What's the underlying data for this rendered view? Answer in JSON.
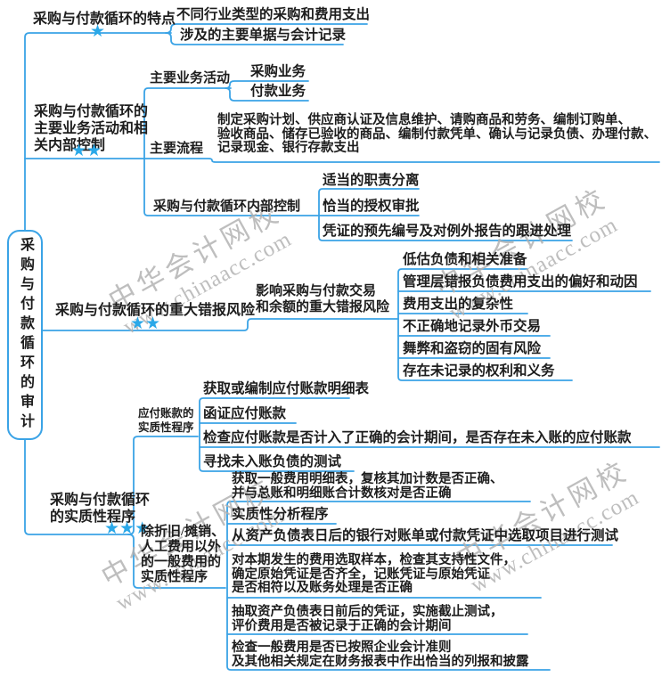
{
  "colors": {
    "line": "#3aa3e6",
    "star": "#2aa8e8",
    "text": "#1d1d1d",
    "watermark": "#b0b0b0"
  },
  "watermark": {
    "brand": "中华会计网校",
    "url": "www.chinaacc.com"
  },
  "root": {
    "label": "采购与付款循环的审计"
  },
  "branch_features": {
    "label": "采购与付款循环的特点",
    "stars": "★",
    "children": {
      "industry": {
        "label": "不同行业类型的采购和费用支出"
      },
      "documents": {
        "label": "涉及的主要单据与会计记录"
      }
    }
  },
  "branch_activities": {
    "label": "采购与付款循环的\n主要业务活动和相\n关内部控制",
    "stars": "★★",
    "children": {
      "main_activities": {
        "label": "主要业务活动",
        "children": {
          "purchase": {
            "label": "采购业务"
          },
          "payment": {
            "label": "付款业务"
          }
        }
      },
      "main_process": {
        "label": "主要流程",
        "children": {
          "detail": {
            "label": "制定采购计划、供应商认证及信息维护、请购商品和劳务、编制订购单、\n验收商品、储存已验收的商品、编制付款凭单、确认与记录负债、办理付款、\n记录现金、银行存款支出"
          }
        }
      },
      "internal_control": {
        "label": "采购与付款循环内部控制",
        "children": {
          "segregation": {
            "label": "适当的职责分离"
          },
          "authorization": {
            "label": "恰当的授权审批"
          },
          "prenumbering": {
            "label": "凭证的预先编号及对例外报告的跟进处理"
          }
        }
      }
    }
  },
  "branch_risks": {
    "label": "采购与付款循环的重大错报风险",
    "stars": "★★",
    "children": {
      "influencing": {
        "label": "影响采购与付款交易\n和余额的重大错报风险",
        "children": {
          "understate": {
            "label": "低估负债和相关准备"
          },
          "management_bias": {
            "label": "管理层错报负债费用支出的偏好和动因"
          },
          "complexity": {
            "label": "费用支出的复杂性"
          },
          "foreign_currency": {
            "label": "不正确地记录外币交易"
          },
          "fraud_theft": {
            "label": "舞弊和盗窃的固有风险"
          },
          "unrecorded": {
            "label": "存在未记录的权利和义务"
          }
        }
      }
    }
  },
  "branch_substantive": {
    "label": "采购与付款循环\n的实质性程序",
    "stars": "★★★",
    "children": {
      "accounts_payable": {
        "label": "应付账款的\n实质性程序",
        "children": {
          "schedule": {
            "label": "获取或编制应付账款明细表"
          },
          "confirmation": {
            "label": "函证应付账款"
          },
          "cutoff_check": {
            "label": "检查应付账款是否计入了正确的会计期间，是否存在未入账的应付账款"
          },
          "unrecorded_search": {
            "label": "寻找未入账负债的测试"
          }
        }
      },
      "general_expenses": {
        "label": "除折旧/摊销、\n人工费用以外\n的一般费用的\n实质性程序",
        "children": {
          "schedule_check": {
            "label": "获取一般费用明细表，复核其加计数是否正确、\n并与总账和明细账合计数核对是否正确"
          },
          "analytical": {
            "label": "实质性分析程序"
          },
          "post_bs_selection": {
            "label": "从资产负债表日后的银行对账单或付款凭证中选取项目进行测试"
          },
          "sample_vouching": {
            "label": "对本期发生的费用选取样本，检查其支持性文件，\n确定原始凭证是否齐全，记账凭证与原始凭证\n是否相符以及账务处理是否正确"
          },
          "cutoff_test": {
            "label": "抽取资产负债表日前后的凭证，实施截止测试，\n评价费用是否被记录于正确的会计期间"
          },
          "disclosure_check": {
            "label": "检查一般费用是否已按照企业会计准则\n及其他相关规定在财务报表中作出恰当的列报和披露"
          }
        }
      }
    }
  }
}
